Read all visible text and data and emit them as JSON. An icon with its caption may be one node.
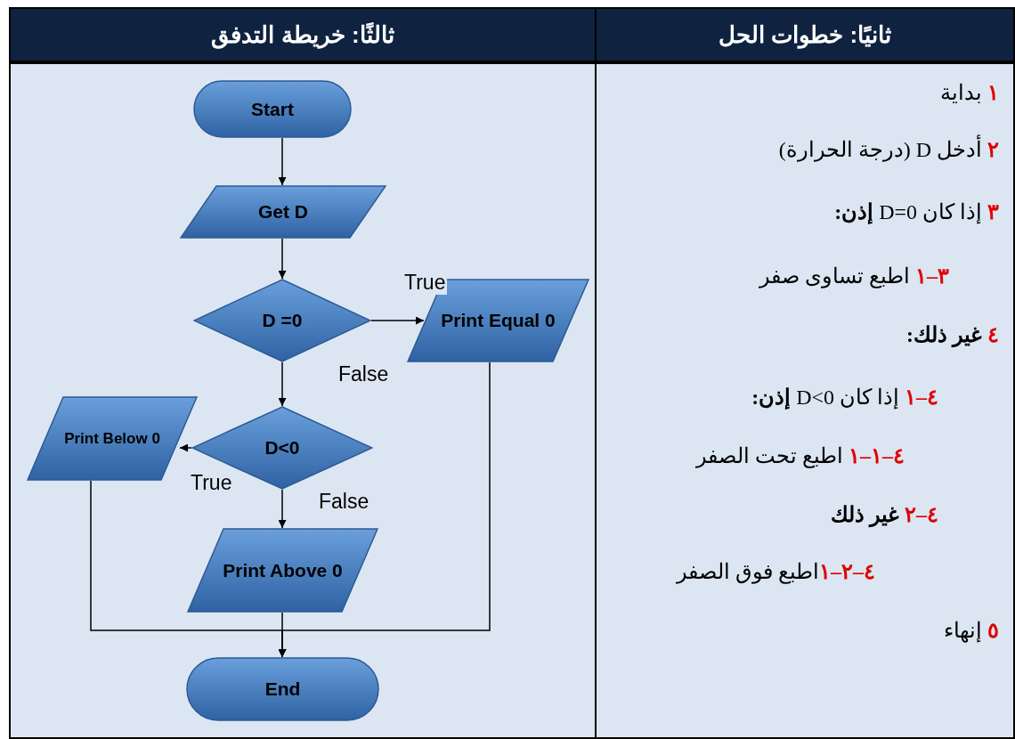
{
  "diagram": {
    "nodes": [
      {
        "text": [
          "Start"
        ]
      },
      {
        "text": [
          "Get D"
        ]
      },
      {
        "text": [
          "D =0"
        ]
      },
      {
        "text": [
          "Print Equal 0"
        ]
      },
      {
        "text": [
          "D<0"
        ]
      },
      {
        "text": [
          "Print Below 0"
        ]
      },
      {
        "text": [
          "Print Above 0"
        ]
      },
      {
        "text": [
          "End"
        ]
      }
    ],
    "edges": [
      {
        "from": 0,
        "to": 1,
        "arrow": "to"
      },
      {
        "from": 1,
        "to": 2,
        "arrow": "to"
      },
      {
        "from": 2,
        "to": 3,
        "arrow": "to",
        "label": "True"
      },
      {
        "from": 2,
        "to": 4,
        "arrow": "to",
        "label": "False"
      },
      {
        "from": 4,
        "to": 5,
        "arrow": "to",
        "label": "True"
      },
      {
        "from": 4,
        "to": 6,
        "arrow": "to",
        "label": "False"
      },
      {
        "from": 5,
        "to": 7,
        "arrow": "to"
      },
      {
        "from": 6,
        "to": 7,
        "arrow": "to"
      },
      {
        "from": 3,
        "to": 7,
        "arrow": "to"
      }
    ],
    "labels": [
      "ثانيًا: خطوات الحل",
      "ثالثًا: خريطة التدفق",
      "١ بداية",
      "٢ أدخل D (درجة الحرارة)",
      "٣ إذا كان D=0 **إذن:**",
      "٣–١ اطبع تساوى صفر",
      "٤ **غير ذلك:**",
      "٤–١ إذا كان D<0 **إذن:**",
      "٤–١–١ اطبع تحت الصفر",
      "٤–٢ **غير ذلك**",
      "٤–٢–١اطبع فوق الصفر",
      "٥ إنهاء"
    ]
  }
}
